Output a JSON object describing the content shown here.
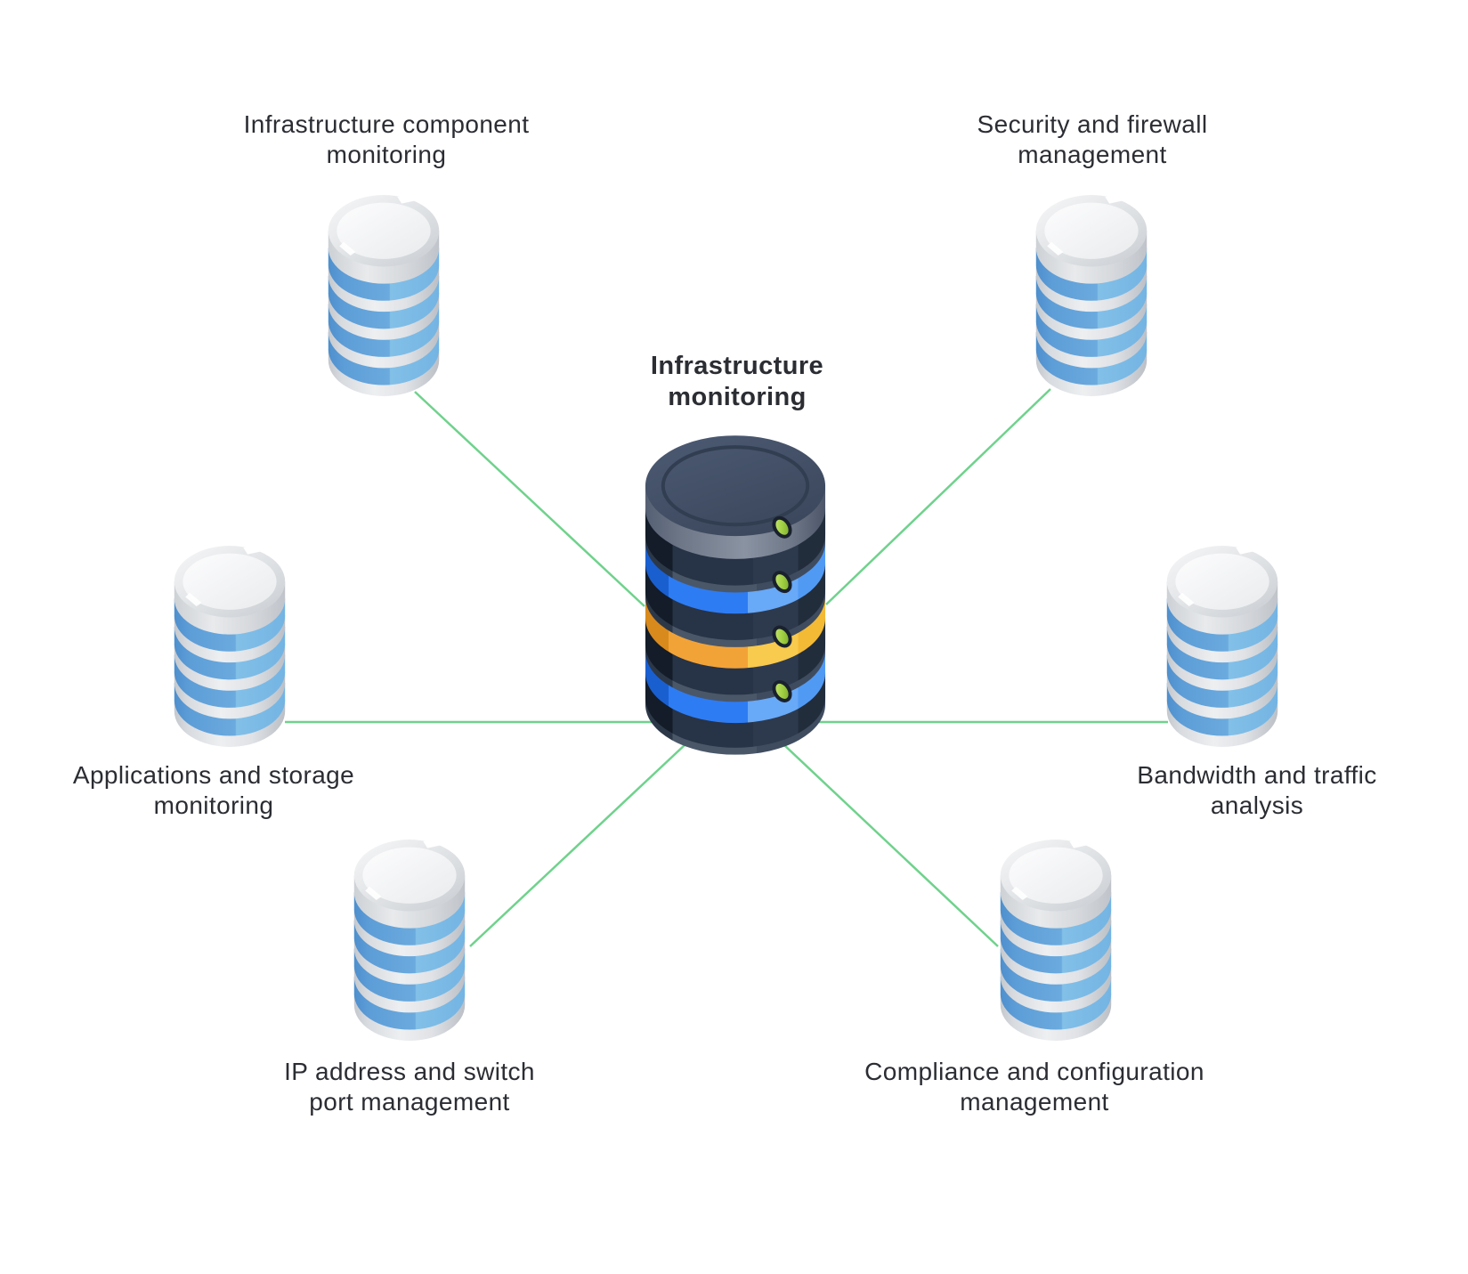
{
  "diagram": {
    "background": "#ffffff",
    "center": {
      "id": "infrastructure-monitoring",
      "label_lines": [
        "Infrastructure",
        "monitoring"
      ],
      "icon": "dark-server-database-stack-icon"
    },
    "nodes": [
      {
        "id": "infrastructure-component-monitoring",
        "position": "top-left",
        "label_lines": [
          "Infrastructure component",
          "monitoring"
        ],
        "icon": "database-stack-icon"
      },
      {
        "id": "security-and-firewall-management",
        "position": "top-right",
        "label_lines": [
          "Security and firewall",
          "management"
        ],
        "icon": "database-stack-icon"
      },
      {
        "id": "applications-and-storage-monitoring",
        "position": "middle-left",
        "label_lines": [
          "Applications and storage",
          "monitoring"
        ],
        "icon": "database-stack-icon"
      },
      {
        "id": "bandwidth-and-traffic-analysis",
        "position": "middle-right",
        "label_lines": [
          "Bandwidth and traffic",
          "analysis"
        ],
        "icon": "database-stack-icon"
      },
      {
        "id": "ip-address-and-switch-port-management",
        "position": "bottom-left",
        "label_lines": [
          "IP address and switch",
          "port management"
        ],
        "icon": "database-stack-icon"
      },
      {
        "id": "compliance-and-configuration-management",
        "position": "bottom-right",
        "label_lines": [
          "Compliance and configuration",
          "management"
        ],
        "icon": "database-stack-icon"
      }
    ],
    "connections": [
      {
        "from": "infrastructure-monitoring",
        "to": "infrastructure-component-monitoring"
      },
      {
        "from": "infrastructure-monitoring",
        "to": "security-and-firewall-management"
      },
      {
        "from": "infrastructure-monitoring",
        "to": "applications-and-storage-monitoring"
      },
      {
        "from": "infrastructure-monitoring",
        "to": "bandwidth-and-traffic-analysis"
      },
      {
        "from": "infrastructure-monitoring",
        "to": "ip-address-and-switch-port-management"
      },
      {
        "from": "infrastructure-monitoring",
        "to": "compliance-and-configuration-management"
      }
    ],
    "colors": {
      "connector": "#6fd28c",
      "text": "#2b2d33",
      "light_db_stripe_blue": "#6aaade",
      "light_db_body": "#e4e6e9",
      "dark_db_body": "#273346",
      "dark_db_blue_band": "#2e7cf3",
      "dark_db_yellow_band": "#f2a337",
      "led_green": "#9ccc3f"
    }
  }
}
